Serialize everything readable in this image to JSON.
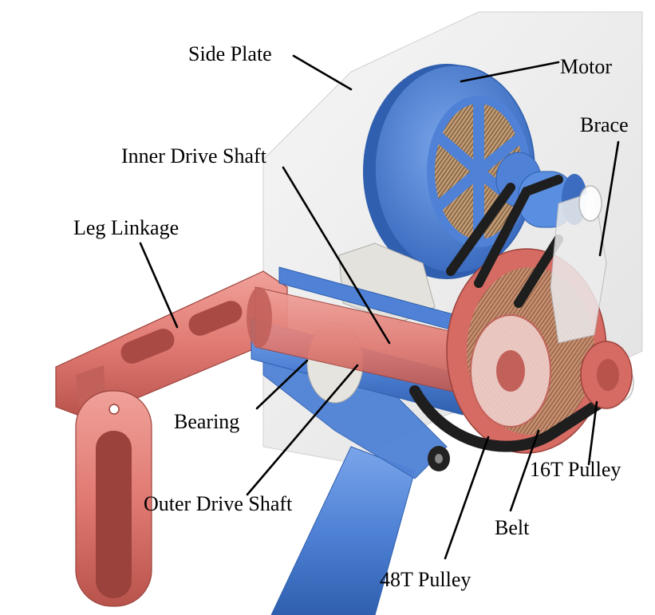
{
  "labels": {
    "side_plate": "Side Plate",
    "motor": "Motor",
    "brace": "Brace",
    "inner_drive_shaft": "Inner Drive Shaft",
    "leg_linkage": "Leg Linkage",
    "bearing": "Bearing",
    "outer_drive_shaft": "Outer Drive Shaft",
    "pulley_16t": "16T Pulley",
    "belt": "Belt",
    "pulley_48t": "48T Pulley"
  },
  "colors": {
    "red_part": "#e07a72",
    "red_dark": "#b8534c",
    "blue_part": "#4f82d6",
    "blue_dark": "#2f5fae",
    "plate": "#ececec",
    "belt": "#1e1e1e",
    "bearing": "#dcdcd6"
  }
}
